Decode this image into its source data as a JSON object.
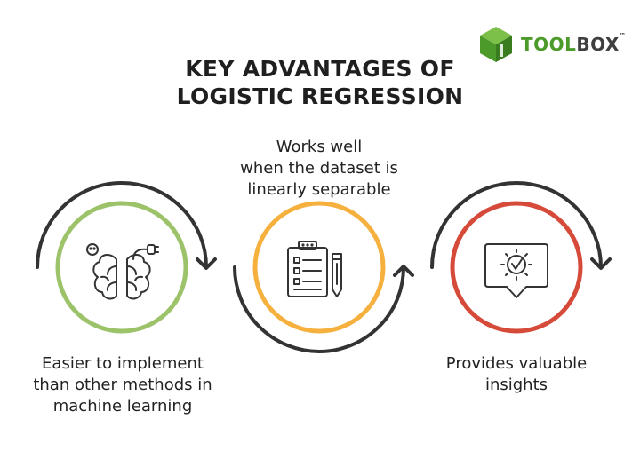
{
  "title": {
    "line1": "KEY ADVANTAGES OF",
    "line2": "LOGISTIC REGRESSION"
  },
  "logo": {
    "word_primary": "TOOL",
    "word_secondary": "BOX",
    "trademark": "™",
    "primary_color": "#4c9a2a"
  },
  "items": [
    {
      "lines": [
        "Easier to implement",
        "than other methods in",
        "machine learning"
      ],
      "ring_color": "#9cc26a",
      "icon": "brain-plug-icon"
    },
    {
      "lines": [
        "Works well",
        "when the dataset is",
        "linearly separable"
      ],
      "ring_color": "#f5b03e",
      "icon": "clipboard-checklist-icon"
    },
    {
      "lines": [
        "Provides valuable",
        "insights"
      ],
      "ring_color": "#d64a3a",
      "icon": "lightbulb-speech-icon"
    }
  ]
}
